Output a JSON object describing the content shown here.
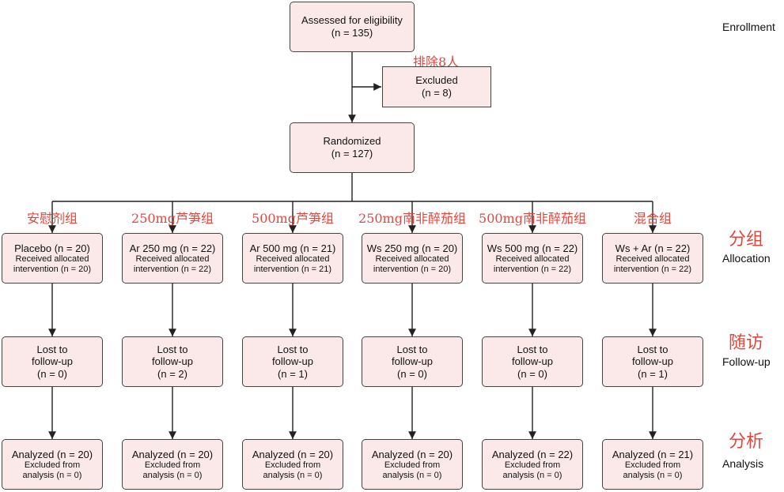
{
  "enrollment": {
    "assessed": {
      "line1": "Assessed for eligibility",
      "line2": "(n = 135)"
    },
    "excluded": {
      "line1": "Excluded",
      "line2": "(n = 8)",
      "cn_label": "排除8人"
    },
    "randomized": {
      "line1": "Randomized",
      "line2": "(n = 127)"
    }
  },
  "stages": {
    "enrollment": "Enrollment",
    "allocation": {
      "cn": "分组",
      "en": "Allocation"
    },
    "followup": {
      "cn": "随访",
      "en": "Follow-up"
    },
    "analysis": {
      "cn": "分析",
      "en": "Analysis"
    }
  },
  "groups": [
    {
      "cn": "安慰剂组",
      "alloc_title": "Placebo (n = 20)",
      "alloc_l2": "Received allocated",
      "alloc_l3": "intervention (n = 20)",
      "lost_l1": "Lost to",
      "lost_l2": "follow-up",
      "lost_l3": "(n = 0)",
      "an_title": "Analyzed (n = 20)",
      "an_l2": "Excluded from",
      "an_l3": "analysis (n = 0)"
    },
    {
      "cn": "250mg芦笋组",
      "alloc_title": "Ar 250 mg (n = 22)",
      "alloc_l2": "Received allocated",
      "alloc_l3": "intervention (n = 22)",
      "lost_l1": "Lost to",
      "lost_l2": "follow-up",
      "lost_l3": "(n = 2)",
      "an_title": "Analyzed (n = 20)",
      "an_l2": "Excluded from",
      "an_l3": "analysis (n = 0)"
    },
    {
      "cn": "500mg芦笋组",
      "alloc_title": "Ar 500 mg (n = 21)",
      "alloc_l2": "Received allocated",
      "alloc_l3": "intervention (n = 21)",
      "lost_l1": "Lost to",
      "lost_l2": "follow-up",
      "lost_l3": "(n = 1)",
      "an_title": "Analyzed (n = 20)",
      "an_l2": "Excluded from",
      "an_l3": "analysis (n = 0)"
    },
    {
      "cn": "250mg南非醉茄组",
      "alloc_title": "Ws 250 mg (n = 20)",
      "alloc_l2": "Received allocated",
      "alloc_l3": "intervention (n = 20)",
      "lost_l1": "Lost to",
      "lost_l2": "follow-up",
      "lost_l3": "(n = 0)",
      "an_title": "Analyzed (n = 20)",
      "an_l2": "Excluded from",
      "an_l3": "analysis (n = 0)"
    },
    {
      "cn": "500mg南非醉茄组",
      "alloc_title": "Ws 500 mg (n = 22)",
      "alloc_l2": "Received allocated",
      "alloc_l3": "intervention (n = 22)",
      "lost_l1": "Lost to",
      "lost_l2": "follow-up",
      "lost_l3": "(n = 0)",
      "an_title": "Analyzed (n = 22)",
      "an_l2": "Excluded from",
      "an_l3": "analysis (n = 0)"
    },
    {
      "cn": "混合组",
      "alloc_title": "Ws + Ar (n = 22)",
      "alloc_l2": "Received allocated",
      "alloc_l3": "intervention (n = 22)",
      "lost_l1": "Lost to",
      "lost_l2": "follow-up",
      "lost_l3": "(n = 1)",
      "an_title": "Analyzed (n = 21)",
      "an_l2": "Excluded from",
      "an_l3": "analysis (n = 0)"
    }
  ]
}
